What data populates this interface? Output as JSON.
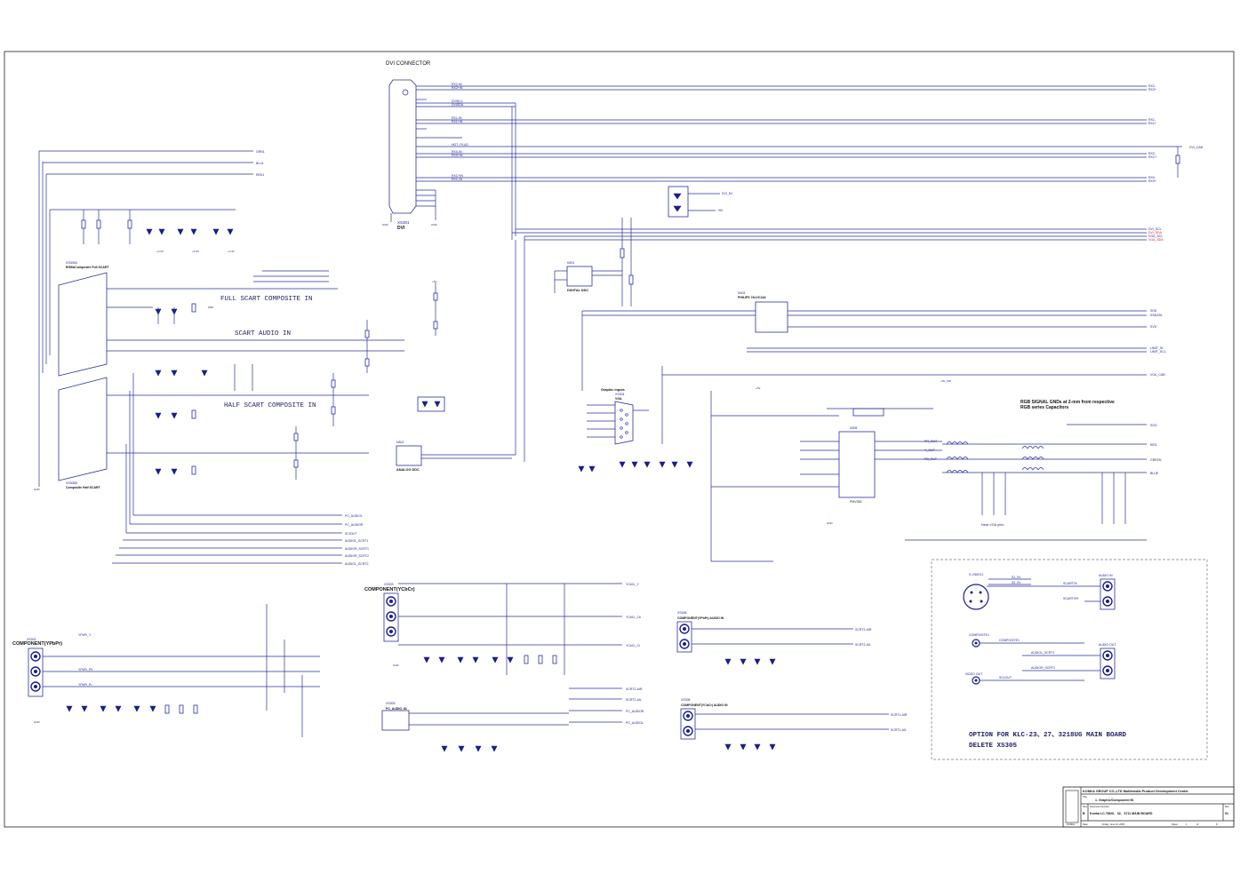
{
  "titles": {
    "dvi_connector": "DVI CONNECTOR",
    "dvi_ref": "XS301",
    "dvi_name": "DVI",
    "scart_full_ref": "XS305A",
    "scart_full_name": "RGB&Composite Full SCART",
    "scart_half_ref": "XS305B",
    "scart_half_name": "Composite Half SCART",
    "full_scart_comp": "FULL SCART COMPOSITE IN",
    "scart_audio": "SCART AUDIO IN",
    "half_scart_comp": "HALF SCART COMPOSITE IN",
    "component_ypbpr_ref": "XS302",
    "component_ypbpr": "COMPONENT(YPbPr)",
    "component_ycbcr_ref": "XS303",
    "component_ycbcr": "COMPONENT(YCbCr)",
    "comp_audio_ref": "XS305",
    "comp_audio": "COMPONENT(YPbPr) AUDIO IN",
    "comp2_audio_ref": "XS306",
    "comp2_audio": "COMPONENT(YCbCr) AUDIO IN",
    "pc_audio_ref": "XS309",
    "pc_audio": "PC_AUDIO_IN",
    "graphic_ref": "XS304",
    "graphic_name": "Graphic Inputs",
    "vga": "VGA",
    "analog_ddc_ref": "N302",
    "analog_ddc": "ANALOG DDC",
    "digital_ddc_ref": "N301",
    "digital_ddc": "DIGITAL DDC",
    "hef_ref": "N303",
    "hef_name": "PHILIPS 74LVC14A",
    "sw_ref": "N305",
    "sw_name": "PI5V330",
    "rgb_note_1": "RGB SIGNAL GNDs at 2-mm from respective",
    "rgb_note_2": "RGB series Capacitors",
    "near_vga": "Near VGA pins",
    "option_1": "OPTION FOR KLC-23、27、3218UG MAIN BOARD",
    "option_2": "DELETE XS305",
    "svideo": "S-VIDEO1",
    "comp1": "COMPOSITE1",
    "video_out": "VIDEO OUT",
    "audio_in": "AUDIO IN",
    "audio_out": "AUDIO OUT"
  },
  "nets": {
    "dvi_right": [
      "RX2-",
      "RX2+",
      "RX1-",
      "RX1+",
      "DVI_CAB",
      "RXC-",
      "RXC+",
      "RX0-",
      "RX0+"
    ],
    "dvi_mid": [
      "RX2-IN",
      "RX2+IN",
      "DVISCL",
      "DVISDA",
      "RX1-IN",
      "RX1+IN",
      "HOT_PLUG",
      "RX0-IN",
      "RX0+IN",
      "RXC+IN",
      "RXC-IN"
    ],
    "ddc": [
      "DVI_SCL",
      "DVI_SDA",
      "VGA_SCL",
      "VGA_SDA"
    ],
    "scart_left": [
      "GRN1",
      "BLU1",
      "RED1"
    ],
    "mid_signals": [
      "SHS",
      "SSDATA",
      "SVS",
      "LIMIT_IN",
      "LIMIT_SCL",
      "VGA_CAB"
    ],
    "rgb_out": [
      "RED",
      "GREEN",
      "BLUE",
      "SOG",
      "PR_OUT",
      "Y_OUT",
      "PB_OUT"
    ],
    "audio": [
      "PC_AUDIOL",
      "PC_AUDIOR",
      "SCIOUT",
      "AUDIOL_SCRT1",
      "AUDIOR_SCRT1",
      "AUDIOR_SCRT2",
      "AUDIOL_SCRT2"
    ],
    "component": [
      "YCbCr_Y",
      "YCbCr_Cb",
      "YCbCr_Cr",
      "YPbPr_Y",
      "YPbPr_Pb",
      "YPbPr_Pr",
      "SCRT2-AIR",
      "SCRT2-AIL",
      "SCRT1-AIR",
      "SCRT1-AIL"
    ],
    "option": [
      "S1_IN",
      "S2_IN",
      "SCARTOL",
      "SCARTOR",
      "COMPOSITE1",
      "AUDIOL_SCRT1",
      "AUDIOR_SCRT1",
      "SC1OUT"
    ],
    "power": [
      "+3.3V",
      "+5V",
      "GND",
      "+5V_SW",
      "DVI_5V"
    ]
  },
  "title_block": {
    "company": "KONKA GROUP CO.,LTD Multimedia Product Development Center",
    "title_label": "Title",
    "title": "1. Graphic/Component IN",
    "size_label": "Size",
    "size": "B",
    "doc_label": "Document Number",
    "doc": "Konka LC-TM26、32、3711 MAIN BOARD",
    "rev_label": "Rev",
    "rev": "01",
    "date_label": "Date:",
    "date": "Friday, June 10, 2005",
    "sheet_label": "Sheet",
    "sheet": "1",
    "of_label": "of",
    "of": "8",
    "logo": "KONKA"
  }
}
